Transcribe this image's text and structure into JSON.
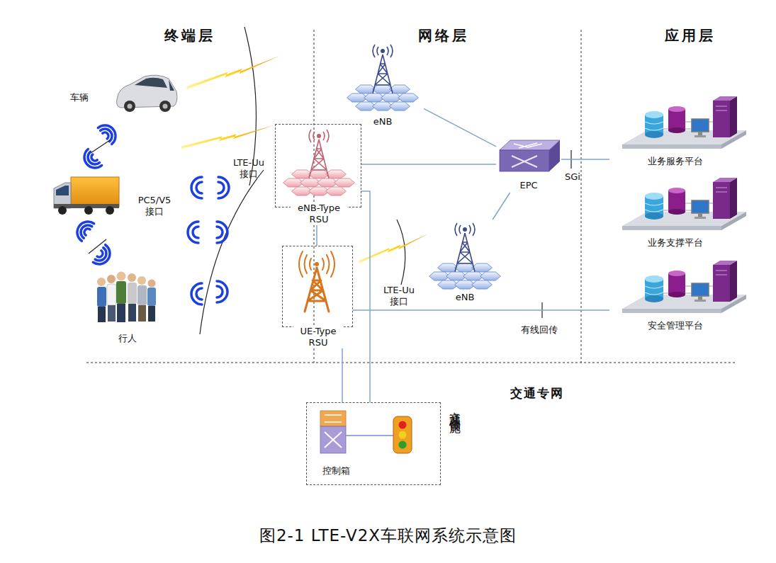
{
  "diagram": {
    "caption": "图2-1 LTE-V2X车联网系统示意图",
    "nodes": [
      {
        "text": [
          "车辆"
        ]
      },
      {
        "text": [
          "行人"
        ]
      },
      {
        "text": [
          "eNB"
        ]
      },
      {
        "text": [
          "eNB-Type RSU"
        ]
      },
      {
        "text": [
          "EPC"
        ]
      },
      {
        "text": [
          "业务服务平台"
        ]
      },
      {
        "text": [
          "UE-Type RSU"
        ]
      },
      {
        "text": [
          "eNB"
        ]
      },
      {
        "text": [
          "业务支撑平台"
        ]
      },
      {
        "text": [
          "安全管理平台"
        ]
      },
      {
        "text": [
          "交通基础设施"
        ]
      },
      {
        "text": [
          "控制箱"
        ],
        "in": 10
      }
    ],
    "edges": [
      {
        "from": 2,
        "to": 4,
        "arrow": "none"
      },
      {
        "from": 3,
        "to": 4,
        "arrow": "none"
      },
      {
        "from": 7,
        "to": 4,
        "arrow": "none"
      },
      {
        "from": 4,
        "to": 5,
        "label": "SGi",
        "arrow": "none"
      },
      {
        "from": 3,
        "to": 6,
        "arrow": "none"
      },
      {
        "from": 6,
        "to": 9,
        "label": "有线回传",
        "arrow": "none"
      },
      {
        "from": 6,
        "to": 10,
        "arrow": "none"
      },
      {
        "from": 3,
        "to": 10,
        "arrow": "none"
      }
    ],
    "labels": [
      "终端层",
      "网络层",
      "应用层",
      "PC5/V5 接口",
      "LTE-Uu 接口",
      "LTE-Uu 接口",
      "交通专网"
    ]
  }
}
